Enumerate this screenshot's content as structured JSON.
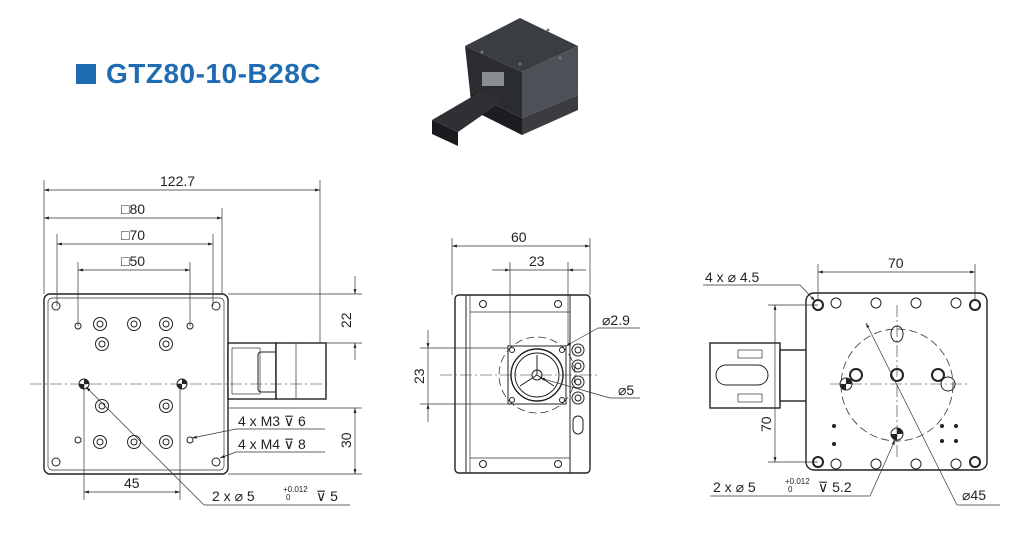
{
  "header": {
    "model": "GTZ80-10-B28C",
    "accent_color": "#1f6cb3"
  },
  "product_photo": {
    "icon": "product-render-icon"
  },
  "top_view": {
    "dim_overall": "122.7",
    "dim_square_80": "□80",
    "dim_square_70": "□70",
    "dim_square_50": "□50",
    "dim_22": "22",
    "dim_30": "30",
    "dim_45": "45",
    "callout_m3": "4 x M3 ⊽ 6",
    "callout_m4": "4 x M4 ⊽ 8",
    "callout_pin_prefix": "2 x ⌀ 5",
    "callout_pin_tol_upper": "+0.012",
    "callout_pin_tol_lower": "0",
    "callout_pin_depth": "⊽ 5"
  },
  "side_view": {
    "dim_60": "60",
    "dim_23_h": "23",
    "dim_23_v": "23",
    "callout_d29": "⌀2.9",
    "callout_d5": "⌀5"
  },
  "bottom_view": {
    "callout_holes": "4 x ⌀ 4.5",
    "dim_70_h": "70",
    "dim_70_v": "70",
    "callout_pin_prefix": "2 x ⌀ 5",
    "callout_pin_tol_upper": "+0.012",
    "callout_pin_tol_lower": "0",
    "callout_pin_depth": "⊽ 5.2",
    "callout_d45": "⌀45"
  }
}
